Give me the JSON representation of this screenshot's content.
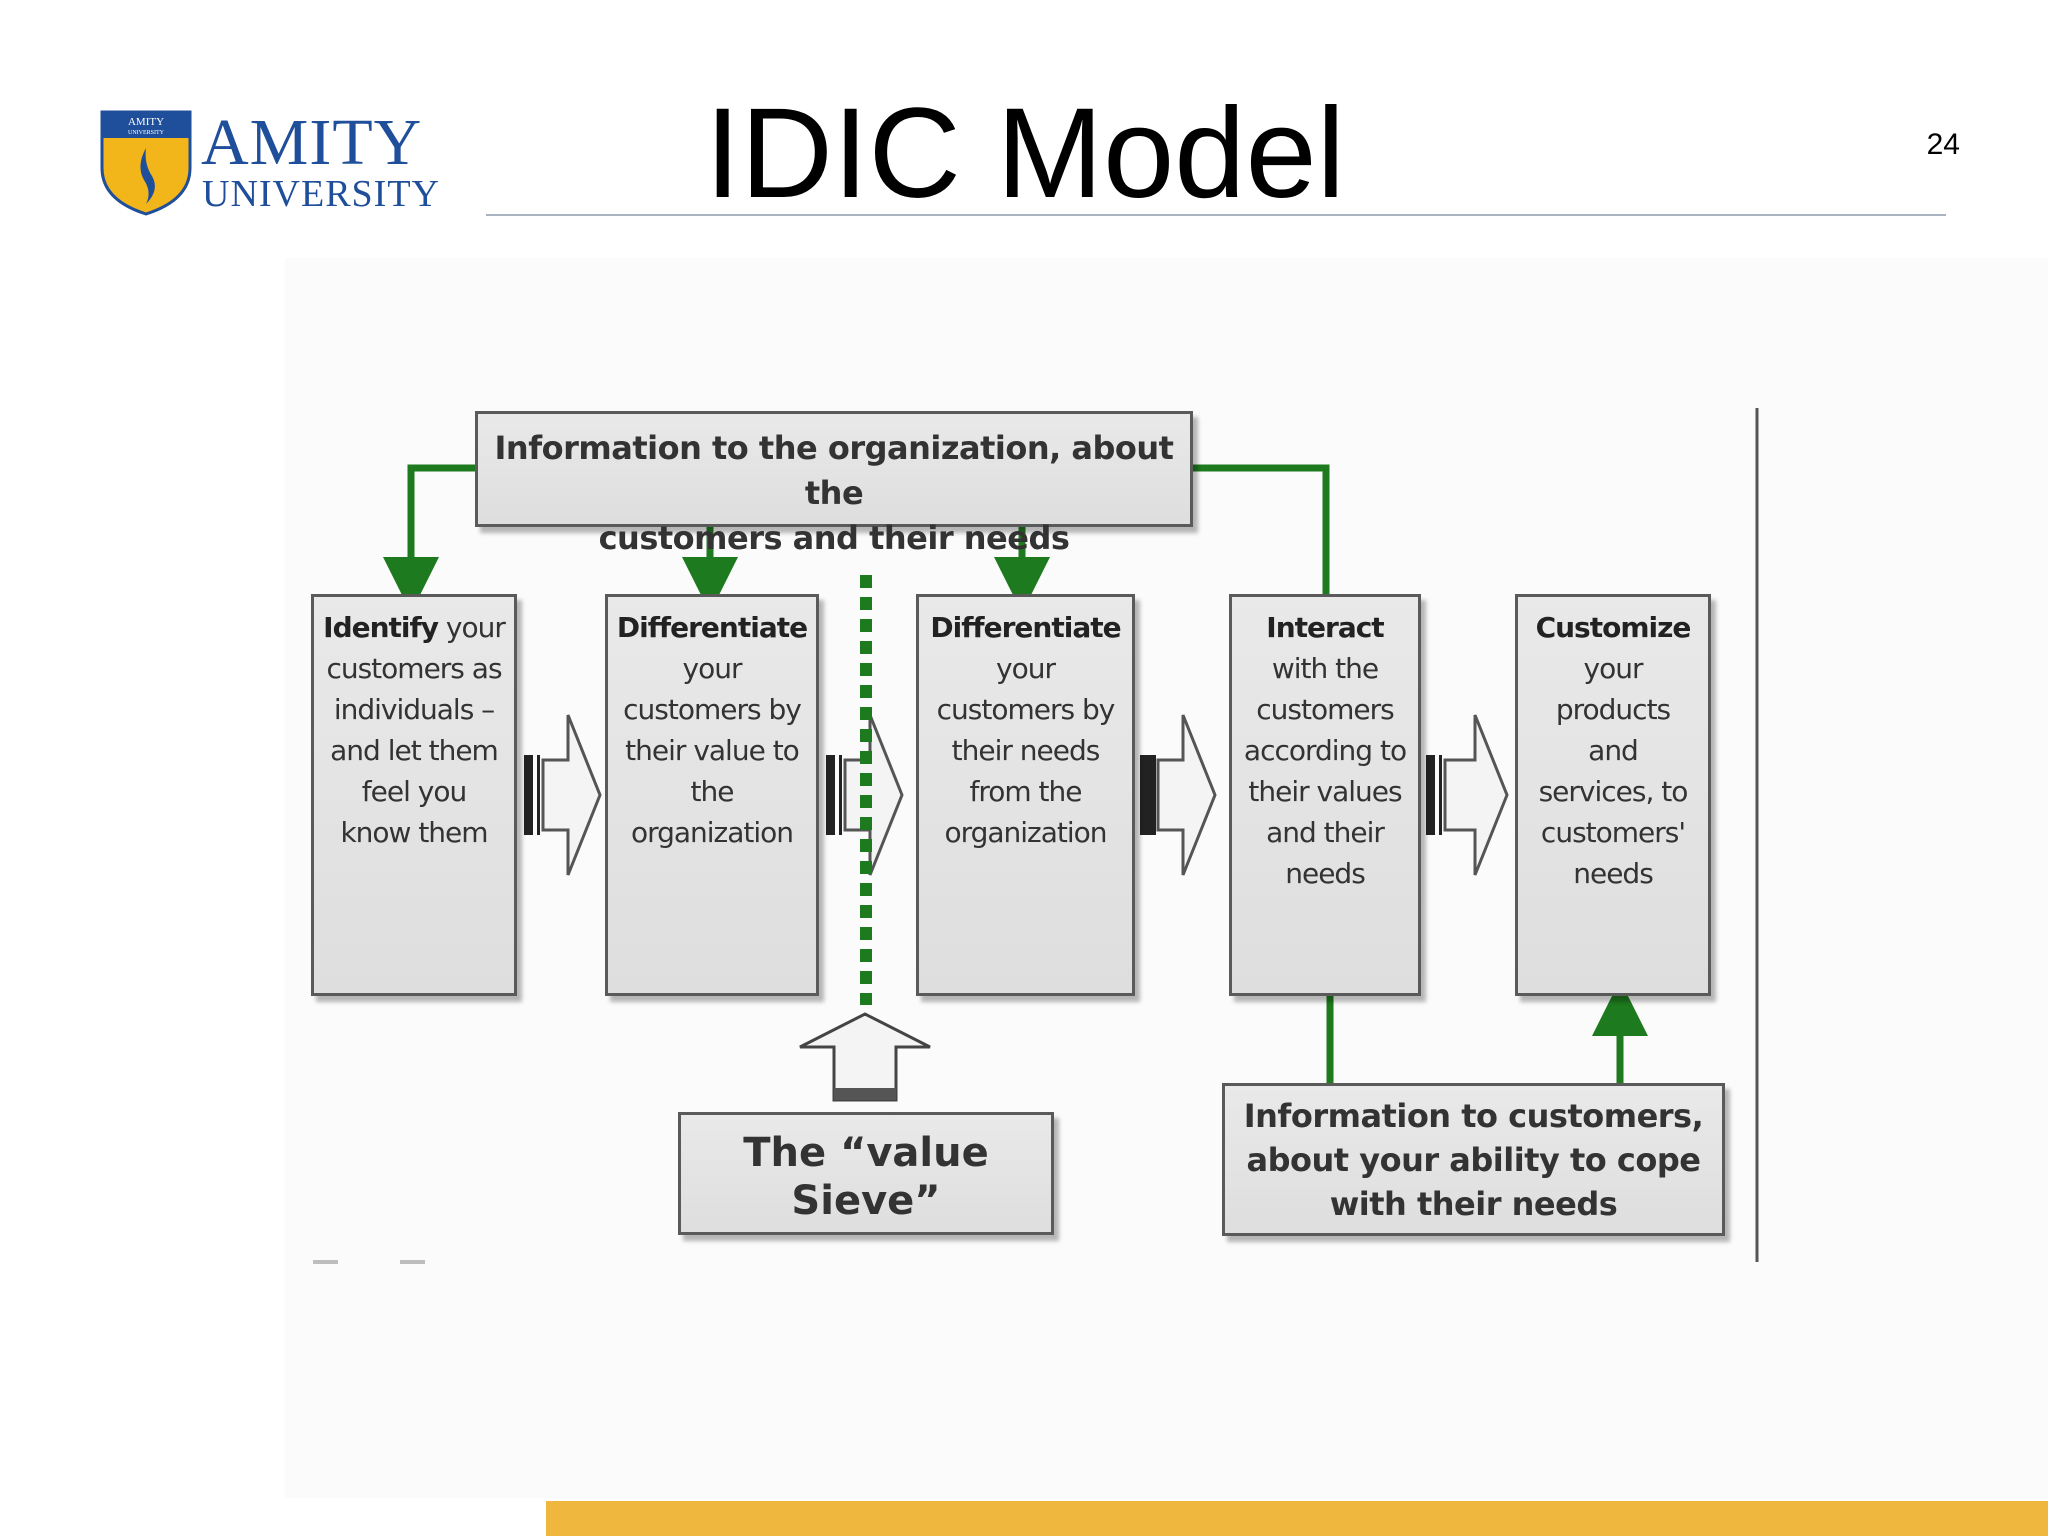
{
  "slide": {
    "title": "IDIC Model",
    "page_number": "24"
  },
  "logo": {
    "shield_text": "AMITY",
    "shield_subtext": "UNIVERSITY",
    "name_line1": "AMITY",
    "name_line2": "UNIVERSITY"
  },
  "diagram": {
    "top_info": [
      "Information to the organization, about the",
      "customers and their needs"
    ],
    "steps": [
      {
        "bold": "Identify",
        "lines": [
          " your",
          "customers as",
          "individuals –",
          "and let them",
          "feel you",
          "know them"
        ]
      },
      {
        "bold": "Differentiate",
        "lines": [
          "your",
          "customers by",
          "their value to",
          "the",
          "organization"
        ]
      },
      {
        "bold": "Differentiate",
        "lines": [
          "your",
          "customers by",
          "their needs",
          "from the",
          "organization"
        ]
      },
      {
        "bold": "Interact",
        "lines": [
          "with the",
          "customers",
          "according to",
          "their values",
          "and their",
          "needs"
        ]
      },
      {
        "bold": "Customize",
        "lines": [
          "your",
          "products",
          "and",
          "services, to",
          "customers'",
          "needs"
        ]
      }
    ],
    "value_sieve_label": "The “value Sieve”",
    "bottom_info": [
      "Information to customers,",
      "about your ability to cope",
      "with their needs"
    ]
  },
  "colors": {
    "connector_green": "#1e7a1e",
    "box_fill": "#e3e3e3",
    "logo_blue": "#1f4f9a",
    "logo_gold": "#f2b51a",
    "accent_bar": "#efb73e"
  }
}
